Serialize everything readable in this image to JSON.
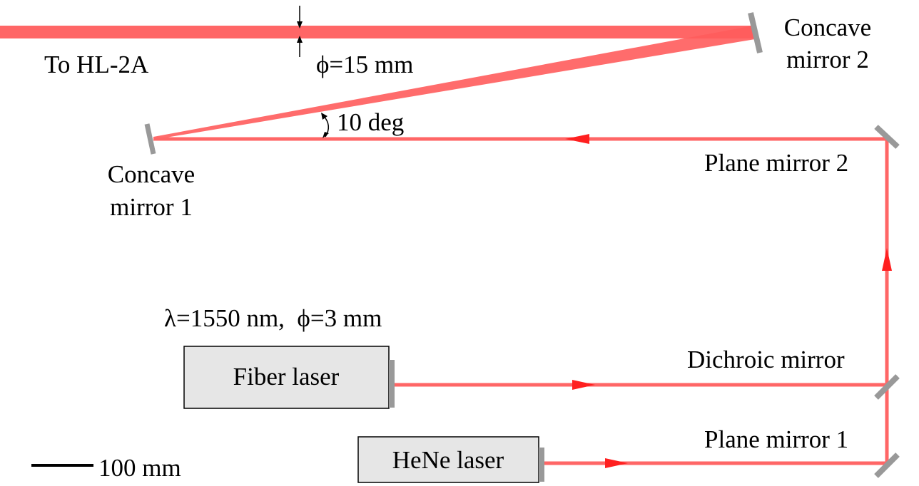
{
  "labels": {
    "to_hl2a": "To HL-2A",
    "beam_diameter_out": "ϕ=15 mm",
    "angle": "10 deg",
    "concave_mirror_2": [
      "Concave",
      "mirror 2"
    ],
    "concave_mirror_1": [
      "Concave",
      "mirror 1"
    ],
    "plane_mirror_2": "Plane mirror 2",
    "plane_mirror_1": "Plane mirror 1",
    "dichroic_mirror": "Dichroic mirror",
    "laser_spec": "λ=1550 nm,  ϕ=3 mm",
    "fiber_laser": "Fiber laser",
    "hene_laser": "HeNe laser",
    "scale_bar": "100 mm"
  },
  "colors": {
    "beam": "#ff6666",
    "mirror": "#999999",
    "box_fill": "#e6e6e6"
  }
}
